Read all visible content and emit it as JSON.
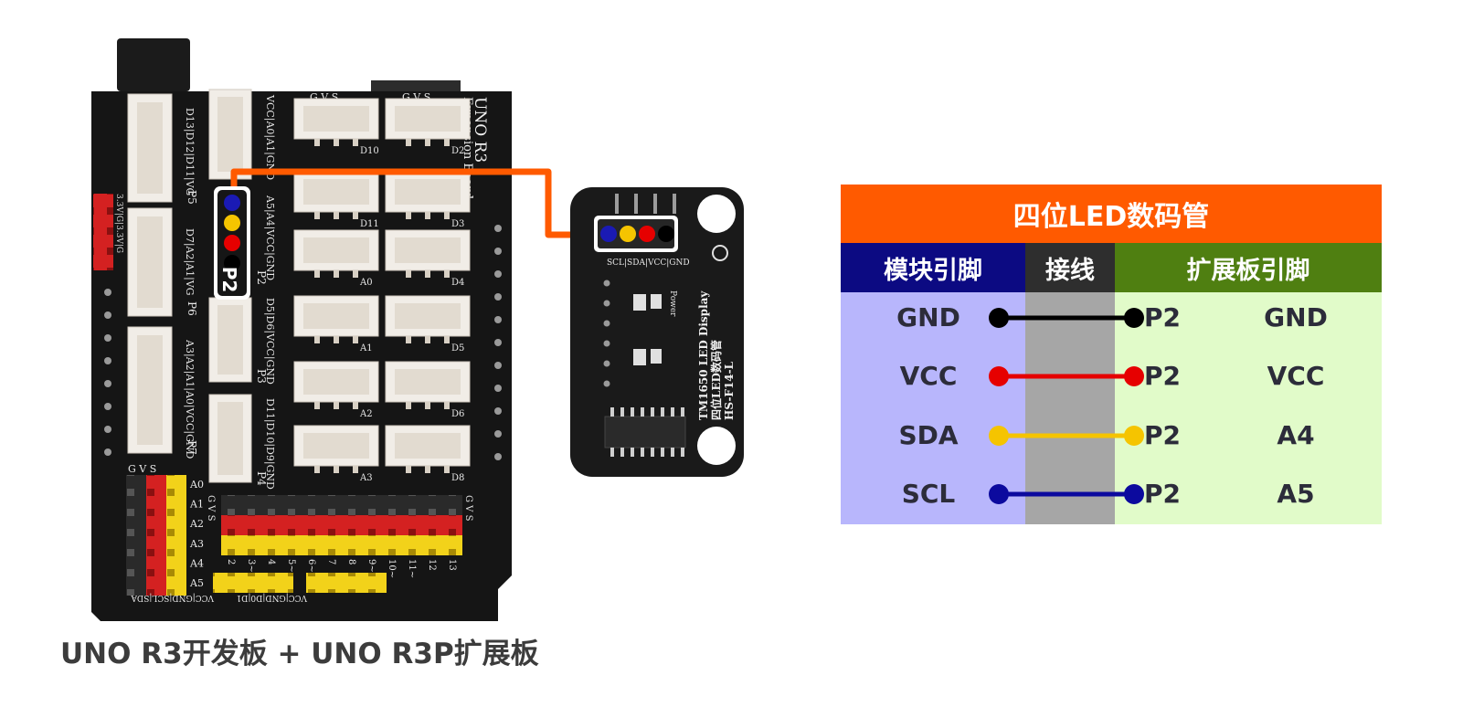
{
  "board": {
    "silk_title": "UNO R3",
    "silk_subtitle": "Expansion Board",
    "port_labels": [
      "P2",
      "P3",
      "P4",
      "P5",
      "P6",
      "P7"
    ],
    "digital_port_labels": [
      "D10",
      "D2",
      "D11",
      "D3",
      "A0",
      "D4",
      "A1",
      "D5",
      "A2",
      "D6",
      "A3",
      "D8"
    ],
    "analog_row_labels": [
      "A0",
      "A1",
      "A2",
      "A3",
      "A4",
      "A5"
    ],
    "gvs_label": "G V S",
    "pin_numbers": [
      "2",
      "3~",
      "4",
      "5~",
      "6~",
      "7",
      "8",
      "9~",
      "10~",
      "11~",
      "12",
      "13"
    ],
    "header_left_label": "VCC|GND|SCL|SDA",
    "header_right_label": "VCC|GND|D0|D1",
    "side_label": "3.3V|G|3.3V|G",
    "vertical_labels": [
      "VCC|A0|A1|GND",
      "A5|A4|VCC|GND",
      "D5|D6|VCC|GND",
      "D11|D10|D9|GND",
      "D13|D12|D11|VG",
      "D7|A2|A1|VG",
      "A3|A2|A1|A0|VCC|GND"
    ],
    "connector_label": "P2",
    "connector_wire_colors": [
      "#1a1ab4",
      "#f5c400",
      "#e60000",
      "#000000"
    ]
  },
  "module": {
    "header_label": "SCL|SDA|VCC|GND",
    "name_line1": "TM1650 LED Display",
    "name_line2": "四位LED数码管",
    "name_line3": "HS-F14-L",
    "power_label": "Power"
  },
  "cable_color": "#ff5a00",
  "caption": "UNO R3开发板 + UNO R3P扩展板",
  "wiring_table": {
    "title": "四位LED数码管",
    "col_module": "模块引脚",
    "col_wire": "接线",
    "col_ext": "扩展板引脚",
    "rows": [
      {
        "module_pin": "GND",
        "port": "P2",
        "ext_pin": "GND",
        "color": "#000000"
      },
      {
        "module_pin": "VCC",
        "port": "P2",
        "ext_pin": "VCC",
        "color": "#e60000"
      },
      {
        "module_pin": "SDA",
        "port": "P2",
        "ext_pin": "A4",
        "color": "#f5c400"
      },
      {
        "module_pin": "SCL",
        "port": "P2",
        "ext_pin": "A5",
        "color": "#0c0a9e"
      }
    ]
  }
}
